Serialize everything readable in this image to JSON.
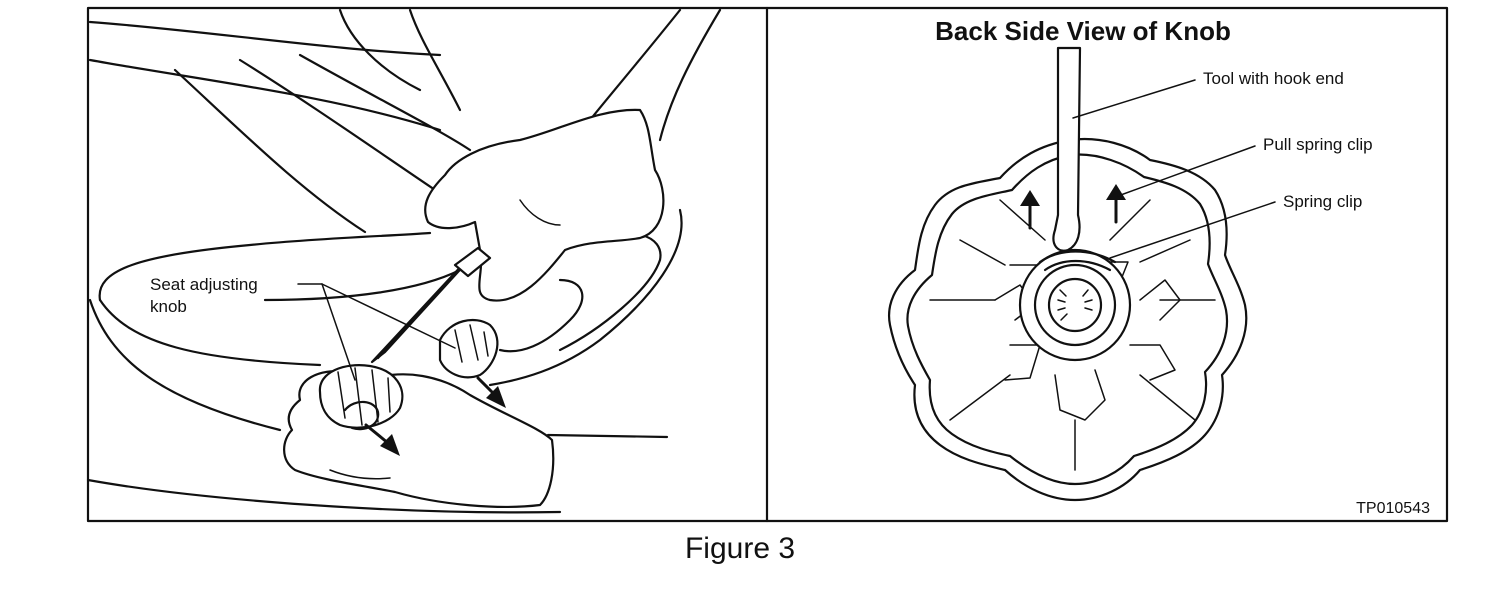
{
  "figure": {
    "caption": "Figure 3",
    "part_number": "TP010543"
  },
  "left_panel": {
    "label_line1": "Seat adjusting",
    "label_line2": "knob"
  },
  "right_panel": {
    "title": "Back Side View of Knob",
    "callouts": {
      "tool": "Tool with hook end",
      "pull": "Pull spring clip",
      "clip": "Spring clip"
    }
  }
}
